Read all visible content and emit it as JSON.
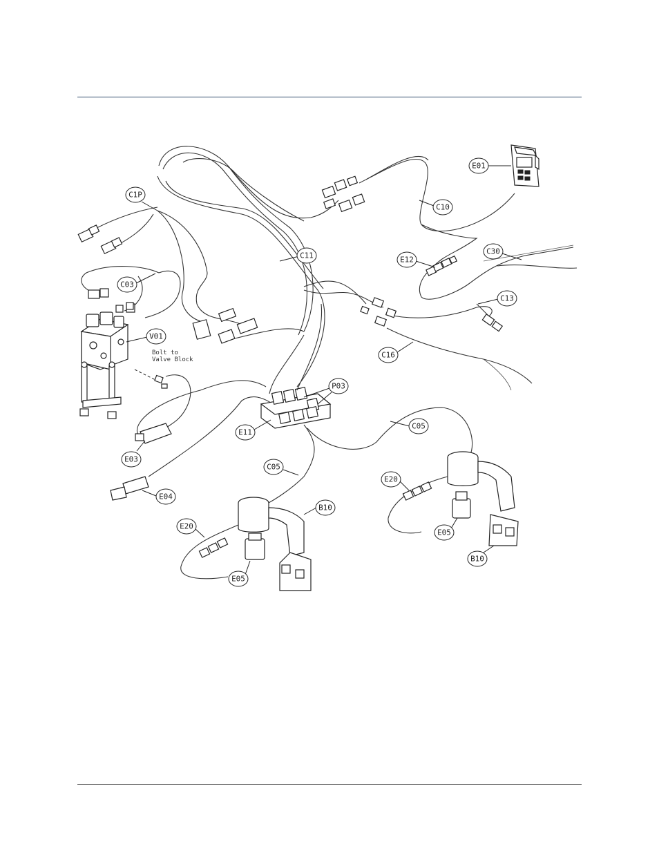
{
  "callouts": {
    "c1p": "C1P",
    "c03": "C03",
    "c11": "C11",
    "c10": "C10",
    "e01": "E01",
    "e12": "E12",
    "c30": "C30",
    "c13": "C13",
    "c16": "C16",
    "v01": "V01",
    "p03": "P03",
    "e11": "E11",
    "c05_right": "C05",
    "c05_center": "C05",
    "e03": "E03",
    "e04": "E04",
    "e20_left": "E20",
    "e20_right": "E20",
    "b10_center": "B10",
    "b10_right": "B10",
    "e05_left": "E05",
    "e05_right": "E05"
  },
  "note": {
    "line1": "Bolt to",
    "line2": "Valve Block"
  }
}
